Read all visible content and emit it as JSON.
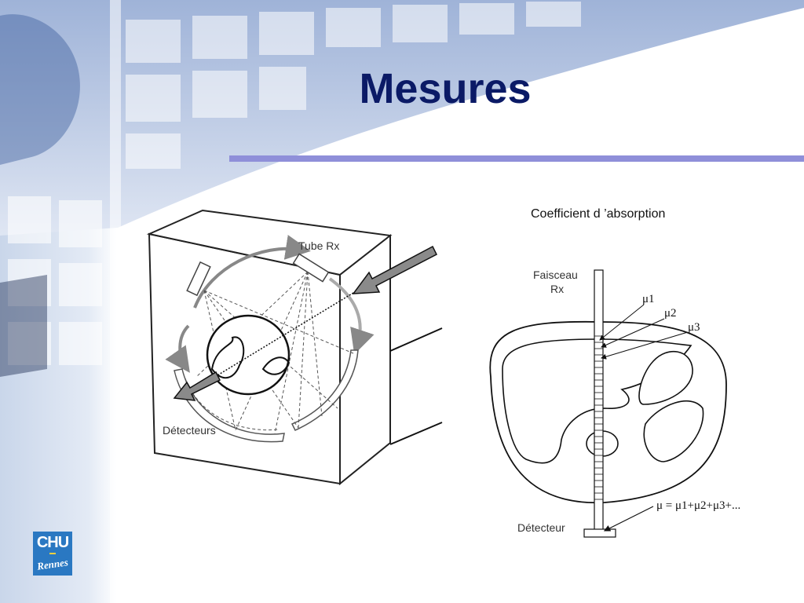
{
  "slide": {
    "title": "Mesures",
    "accent_color": "#8f8fd9",
    "title_color": "#0b1a66"
  },
  "scanner_diagram": {
    "tube_label": "Tube Rx",
    "detectors_label": "Détecteurs"
  },
  "absorption_diagram": {
    "caption": "Coefficient d ’absorption",
    "beam_label_line1": "Faisceau",
    "beam_label_line2": "Rx",
    "mu1": "μ1",
    "mu2": "μ2",
    "mu3": "μ3",
    "formula": "μ = μ1+μ2+μ3+...",
    "detector_label": "Détecteur"
  },
  "logo": {
    "line1": "CHU",
    "line2": "Rennes"
  }
}
